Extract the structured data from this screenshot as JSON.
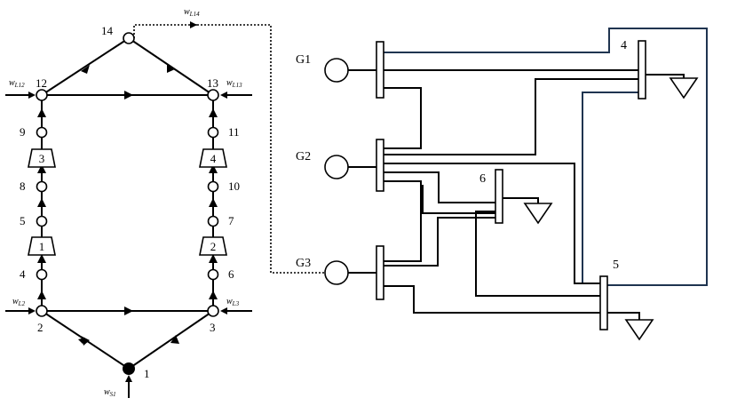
{
  "gas_network": {
    "nodes": [
      {
        "id": "1",
        "label": "1",
        "type": "source"
      },
      {
        "id": "2",
        "label": "2"
      },
      {
        "id": "3",
        "label": "3"
      },
      {
        "id": "4",
        "label": "4"
      },
      {
        "id": "5",
        "label": "5"
      },
      {
        "id": "6",
        "label": "6"
      },
      {
        "id": "7",
        "label": "7"
      },
      {
        "id": "8",
        "label": "8"
      },
      {
        "id": "9",
        "label": "9"
      },
      {
        "id": "10",
        "label": "10"
      },
      {
        "id": "11",
        "label": "11"
      },
      {
        "id": "12",
        "label": "12"
      },
      {
        "id": "13",
        "label": "13"
      },
      {
        "id": "14",
        "label": "14"
      }
    ],
    "compressors": [
      "1",
      "2",
      "3",
      "4"
    ],
    "flows": {
      "wL2": {
        "main": "w",
        "sub": "L2"
      },
      "wL3": {
        "main": "w",
        "sub": "L3"
      },
      "wL12": {
        "main": "w",
        "sub": "L12"
      },
      "wL13": {
        "main": "w",
        "sub": "L13"
      },
      "wL14": {
        "main": "w",
        "sub": "L14"
      },
      "wS1": {
        "main": "w",
        "sub": "S1"
      }
    }
  },
  "power_network": {
    "generators": [
      "G1",
      "G2",
      "G3"
    ],
    "buses": [
      "4",
      "5",
      "6"
    ]
  },
  "colors": {
    "line": "#000000",
    "coupling": "#1f3450",
    "background": "#ffffff"
  }
}
